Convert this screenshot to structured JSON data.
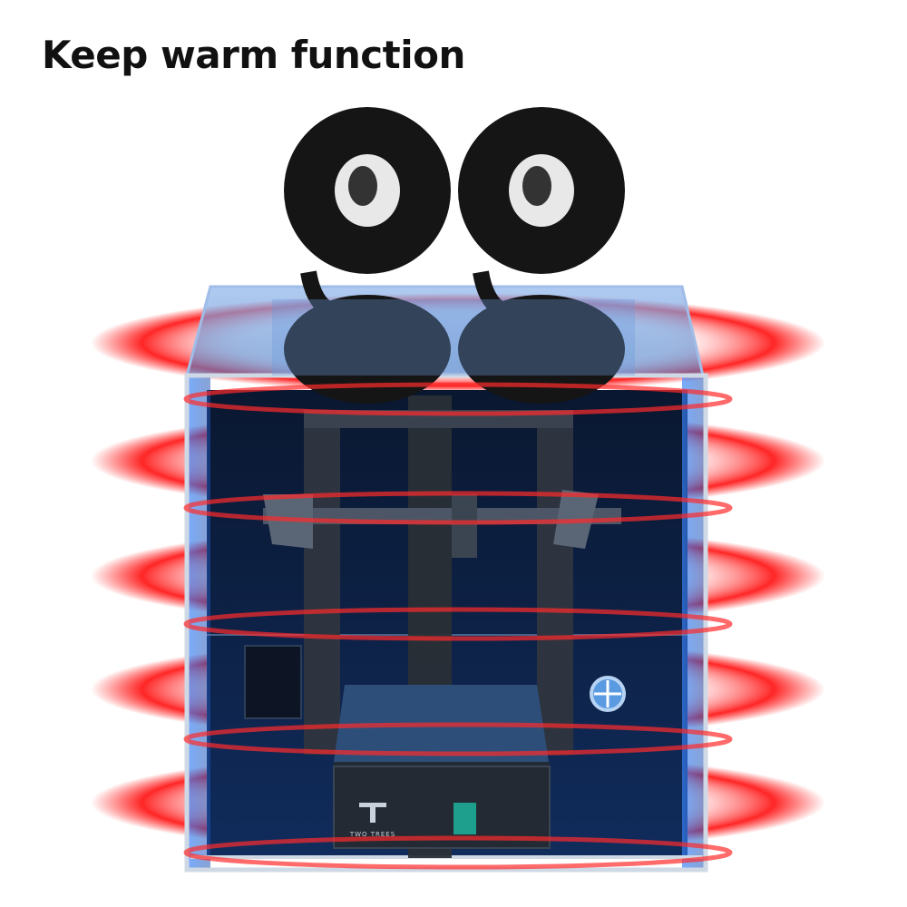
{
  "header": {
    "title": "Keep warm function"
  },
  "product": {
    "brand_logo_text": "TWO TREES",
    "feature": "heat rings"
  },
  "colors": {
    "enclosure_glass": "#2b6fd6",
    "heat_ring": "#ff2b2b",
    "spool": "#151515",
    "background": "#ffffff"
  },
  "icons": {
    "spool": "filament-spool-icon",
    "heat": "heat-ring-icon",
    "vent": "vent-port-icon"
  }
}
